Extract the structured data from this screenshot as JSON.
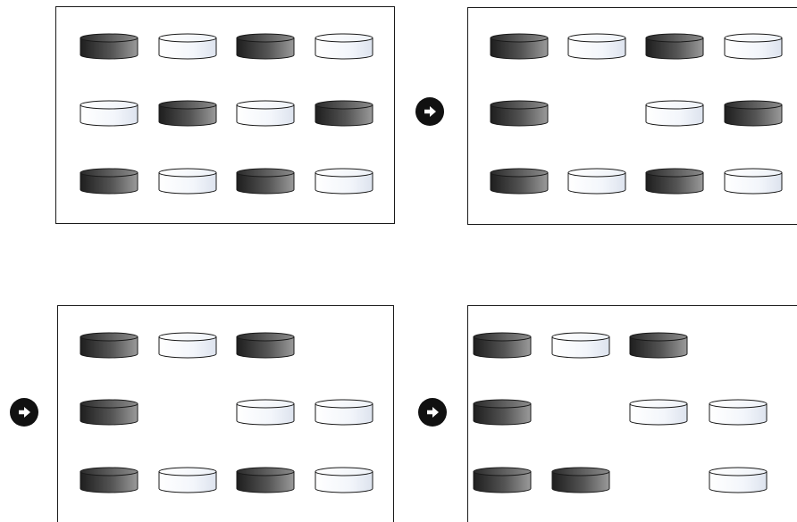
{
  "colors": {
    "background": "#ffffff",
    "frame_stroke": "#1a1a1a",
    "dark_disc": "dark-gradient",
    "light_disc": "light-gradient",
    "arrow_badge": "#111111"
  },
  "icons": {
    "transition": "arrow-right-circle-icon"
  },
  "grid": {
    "rows": 3,
    "cols": 4
  },
  "panels": [
    {
      "id": "panel-1",
      "cells": [
        [
          "dark",
          "light",
          "dark",
          "light"
        ],
        [
          "light",
          "dark",
          "light",
          "dark"
        ],
        [
          "dark",
          "light",
          "dark",
          "light"
        ]
      ]
    },
    {
      "id": "panel-2",
      "cells": [
        [
          "dark",
          "light",
          "dark",
          "light"
        ],
        [
          "dark",
          "empty",
          "light",
          "dark"
        ],
        [
          "dark",
          "light",
          "dark",
          "light"
        ]
      ]
    },
    {
      "id": "panel-3",
      "cells": [
        [
          "dark",
          "light",
          "dark",
          "empty"
        ],
        [
          "dark",
          "empty",
          "light",
          "light"
        ],
        [
          "dark",
          "light",
          "dark",
          "light"
        ]
      ]
    },
    {
      "id": "panel-4",
      "cells": [
        [
          "dark",
          "light",
          "dark",
          "empty"
        ],
        [
          "dark",
          "empty",
          "light",
          "light"
        ],
        [
          "dark",
          "dark",
          "empty",
          "light"
        ]
      ]
    }
  ]
}
